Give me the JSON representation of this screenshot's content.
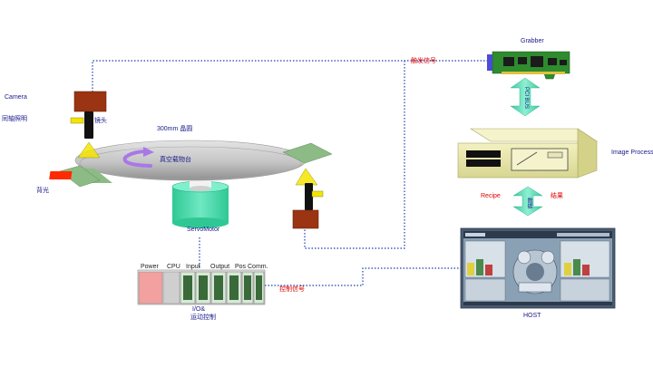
{
  "labels": {
    "camera": "Camera",
    "coaxial_light": "同轴照明",
    "lens": "镜头",
    "wafer": "300mm 晶圆",
    "vacuum_chuck": "真空载物台",
    "backlight": "背光",
    "servo_motor": "ServoMotor",
    "grabber": "Grabber",
    "trigger_signal": "触发信号",
    "pci_bus": "PCI BUS",
    "image_processor": "Image Processor",
    "recipe": "Recipe",
    "result": "结果",
    "data": "数据",
    "control_signal": "控制信号",
    "host": "HOST",
    "io": "I/O&",
    "motion_control": "运动控制",
    "plc_power": "Power",
    "plc_cpu": "CPU",
    "plc_input": "Input",
    "plc_output": "Output",
    "plc_pos": "Pos",
    "plc_comm": "Comm."
  },
  "colors": {
    "link_line": "#1f3fb0",
    "label_blue": "#1a1a8c",
    "label_red": "#e00000",
    "arrow_green": "#4fd8b0",
    "camera_brown": "#9a3412",
    "lens_black": "#111111",
    "lens_yellow": "#f5e400",
    "wafer_gray": "#b8b8b8",
    "plate_green": "#8dbb85",
    "backlight_red": "#ff2a00",
    "servo_green": "#3dd6a3",
    "grabber_green": "#2e8b2e",
    "ipc_beige": "#e9e7a7",
    "chuck_purple": "#a878e8"
  }
}
